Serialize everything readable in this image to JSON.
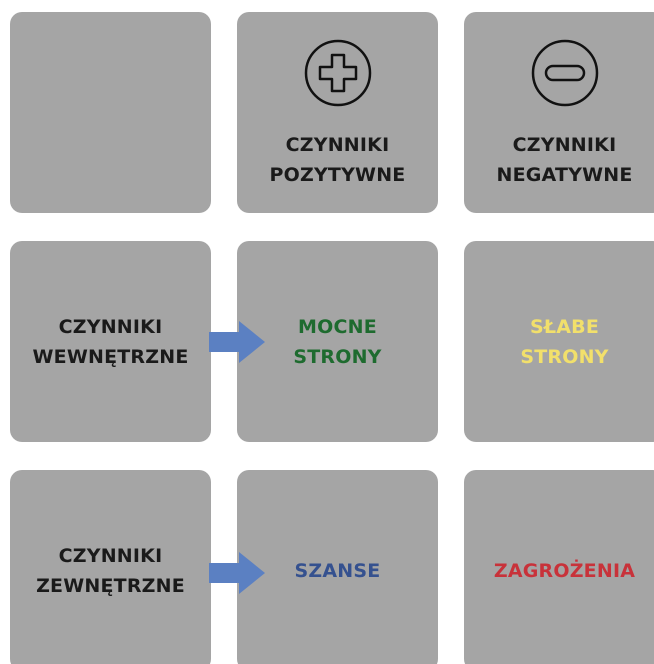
{
  "colors": {
    "tile_bg": "#a5a5a5",
    "arrow": "#5b80c2",
    "strengths": "#1e6b2f",
    "weaknesses": "#f2e06b",
    "opportunities": "#35518f",
    "threats": "#c8323a"
  },
  "header": {
    "positive": {
      "icon": "plus-circle-icon",
      "label": "CZYNNIKI\nPOZYTYWNE"
    },
    "negative": {
      "icon": "minus-circle-icon",
      "label": "CZYNNIKI\nNEGATYWNE"
    }
  },
  "rows": {
    "internal": {
      "label": "CZYNNIKI\nWEWNĘTRZNE",
      "positive": "MOCNE\nSTRONY",
      "negative": "SŁABE\nSTRONY"
    },
    "external": {
      "label": "CZYNNIKI\nZEWNĘTRZNE",
      "positive": "SZANSE",
      "negative": "ZAGROŻENIA"
    }
  }
}
